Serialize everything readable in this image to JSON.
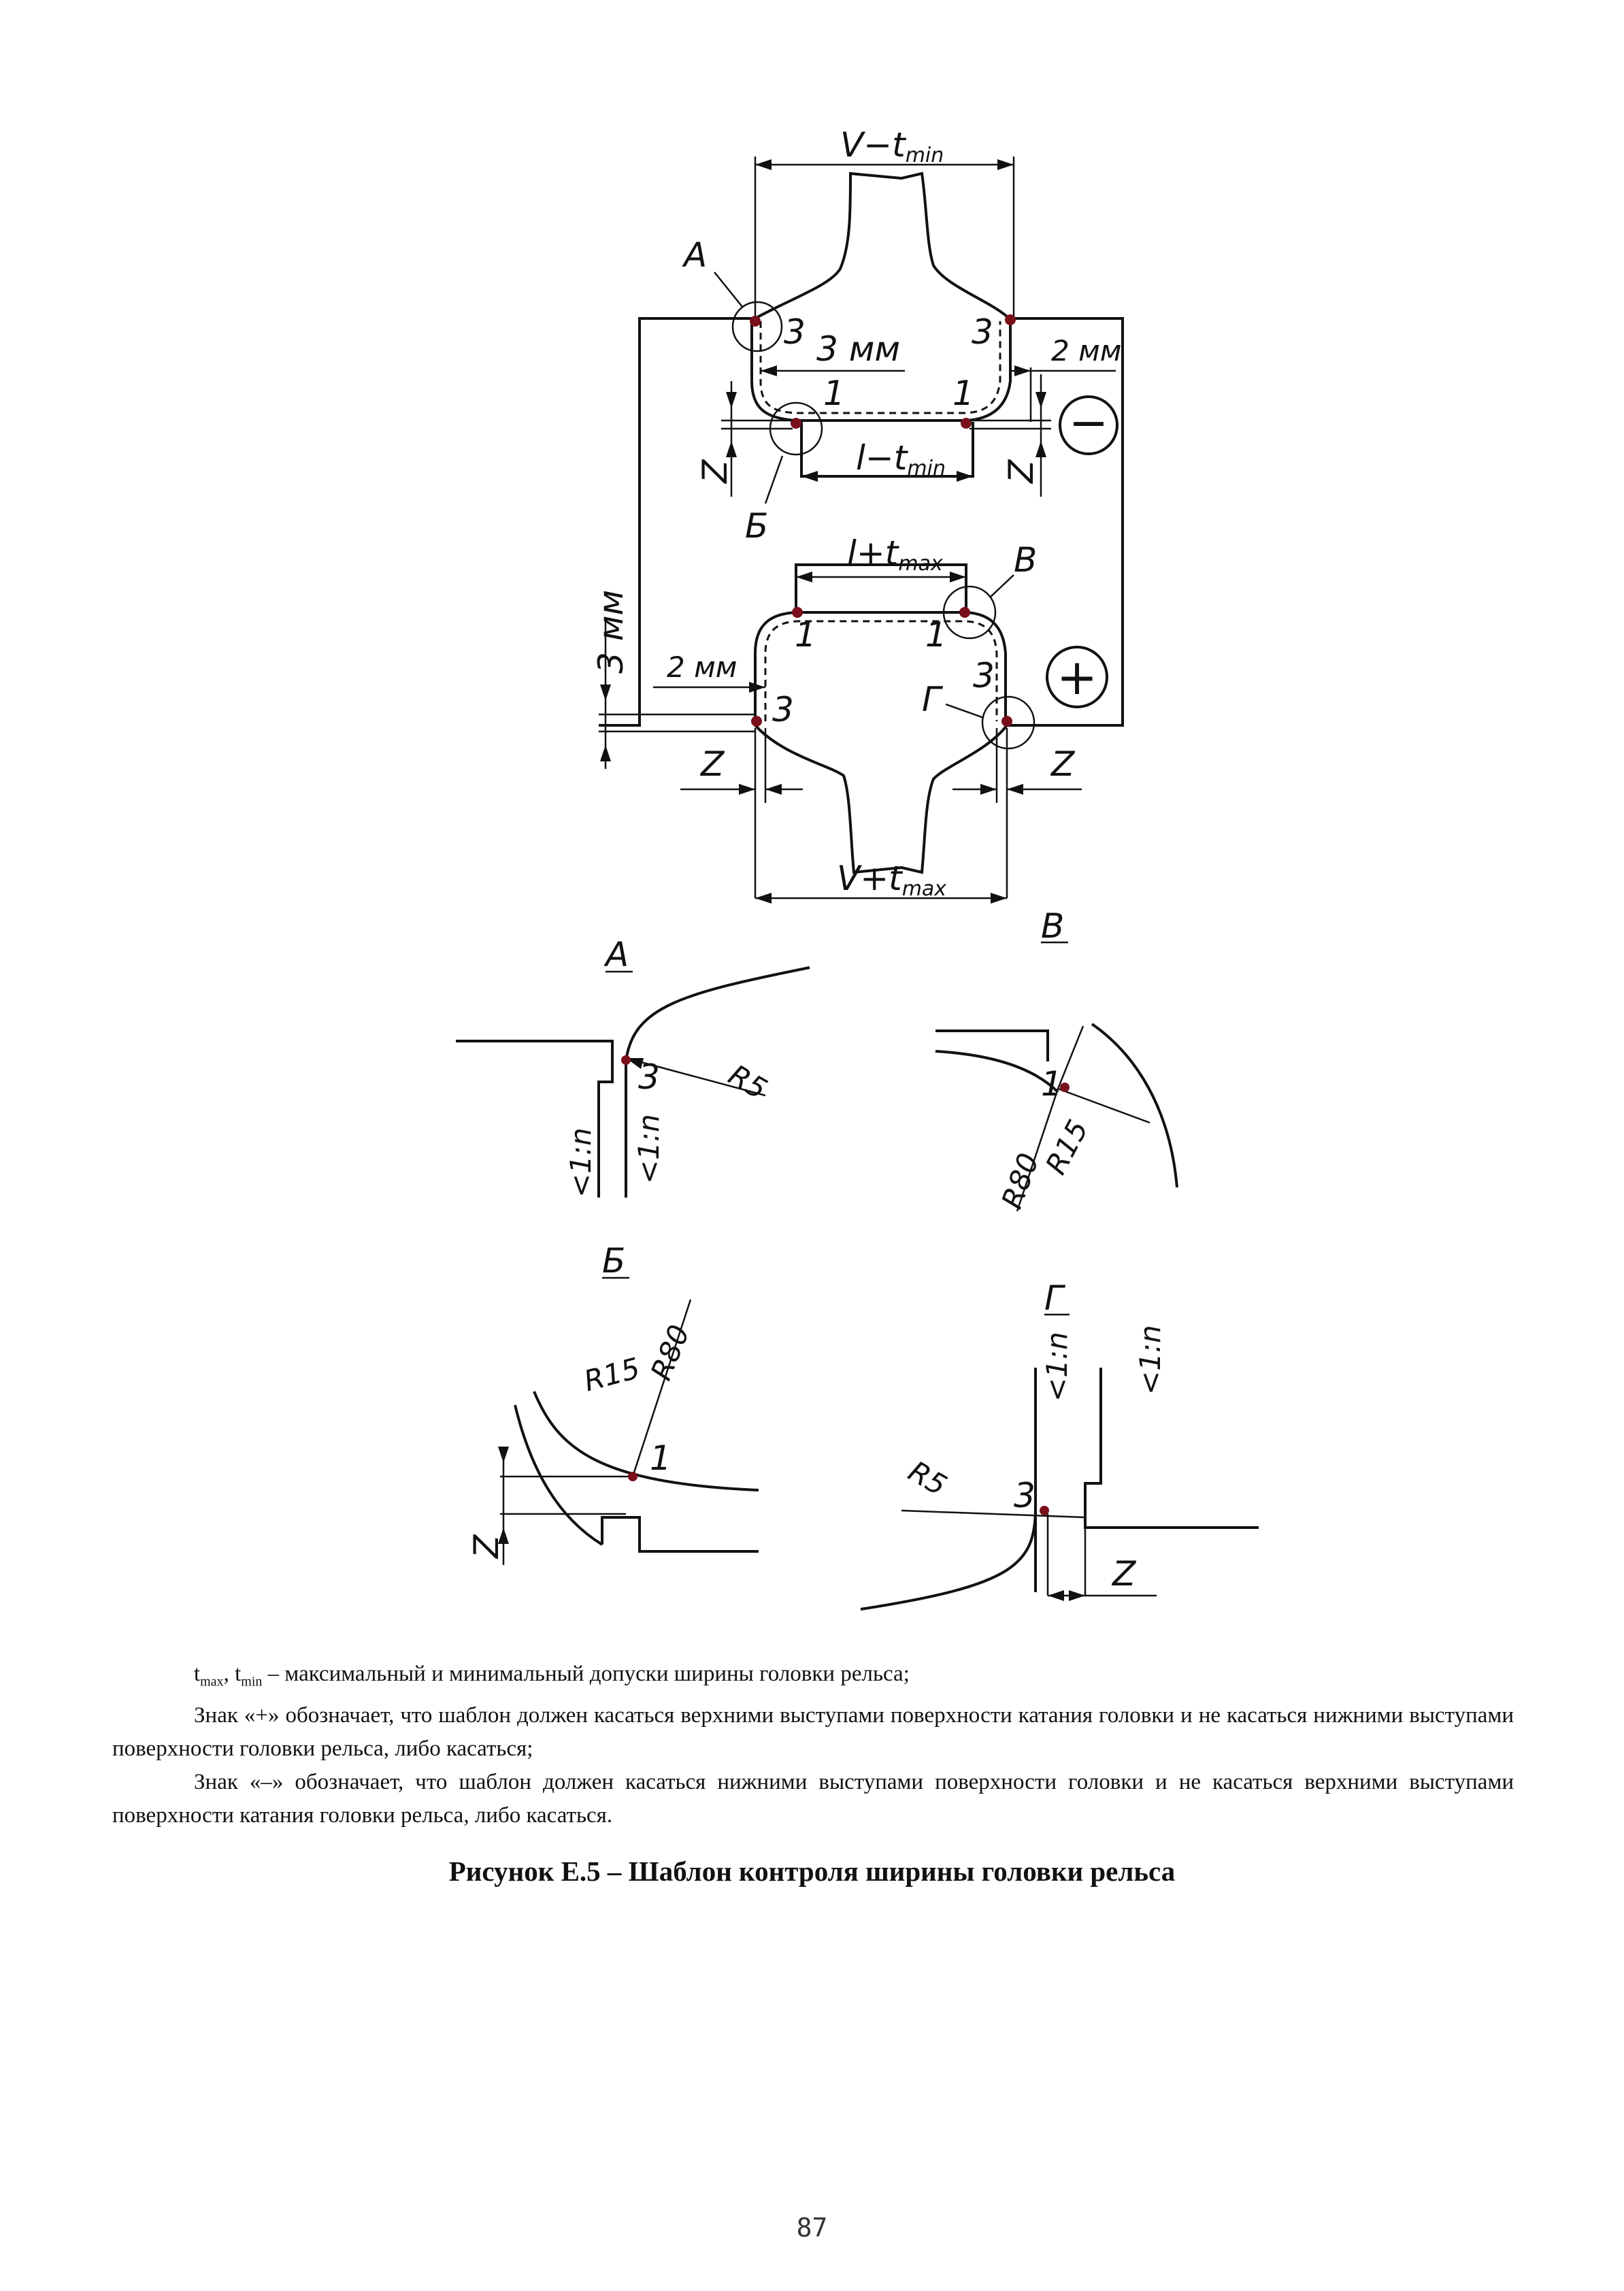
{
  "figure": {
    "dims": {
      "top_width": "V−t",
      "top_width_sub": "min",
      "top_inner": "l−t",
      "top_inner_sub": "min",
      "bottom_inner": "l+t",
      "bottom_inner_sub": "max",
      "bottom_width": "V+t",
      "bottom_width_sub": "max",
      "three_mm_top": "3 мм",
      "two_mm_top": "2 мм",
      "two_mm_bottom": "2 мм",
      "three_mm_side": "3 мм",
      "z": "Z",
      "one": "1",
      "three": "3"
    },
    "points": {
      "a": "А",
      "b": "Б",
      "v": "В",
      "g": "Г"
    },
    "signs": {
      "minus": "−",
      "plus": "+"
    },
    "details": {
      "a_title": "А",
      "a_r": "R5",
      "a_slope": "<1:n",
      "v_title": "В",
      "v_r80": "R80",
      "v_r15": "R15",
      "b_title": "Б",
      "b_r15": "R15",
      "b_r80": "R80",
      "g_title": "Г",
      "g_r5": "R5",
      "g_slope": "<1:n"
    }
  },
  "notes": {
    "line1_t": "t",
    "line1_max": "max",
    "line1_sep": ", t",
    "line1_min": "min",
    "line1_rest": " – максимальный и минимальный допуски ширины головки рельса;",
    "line2": "Знак «+» обозначает, что шаблон должен касаться верхними выступами поверхности катания головки и не касаться нижними выступами поверхности головки рельса, либо касаться;",
    "line3": "Знак «–» обозначает, что шаблон должен касаться нижними выступами поверхности головки и не касаться верхними выступами поверхности катания головки рельса, либо касаться."
  },
  "caption": "Рисунок Е.5 – Шаблон контроля ширины головки рельса",
  "page_number": "87"
}
